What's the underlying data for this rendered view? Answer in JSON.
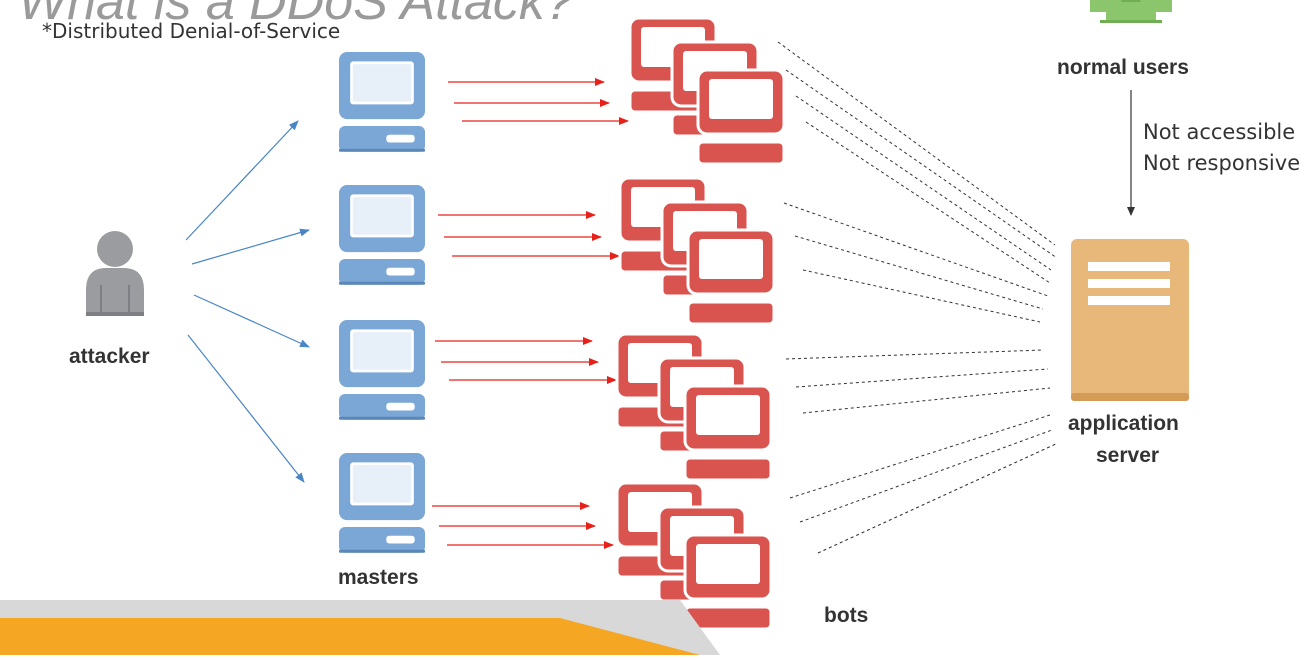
{
  "title_fragment": "What is a DDoS Attack?",
  "subtitle": "*Distributed Denial-of-Service",
  "nodes": {
    "attacker": "attacker",
    "masters": "masters",
    "bots": "bots",
    "normal_users": "normal users",
    "server_line1": "application",
    "server_line2": "server"
  },
  "status_notes": [
    "Not accessible",
    "Not responsive"
  ],
  "colors": {
    "attacker": "#9a9ca0",
    "master": "#7ba7d6",
    "master_dark": "#5b87b8",
    "bot": "#d9534f",
    "server": "#e8b87a",
    "server_edge": "#d39b55",
    "users": "#8cc66c",
    "arrow_blue": "#4a86c5",
    "arrow_red": "#e8201a",
    "stripe_orange": "#f5a623",
    "stripe_gray": "#d8d8d8"
  }
}
